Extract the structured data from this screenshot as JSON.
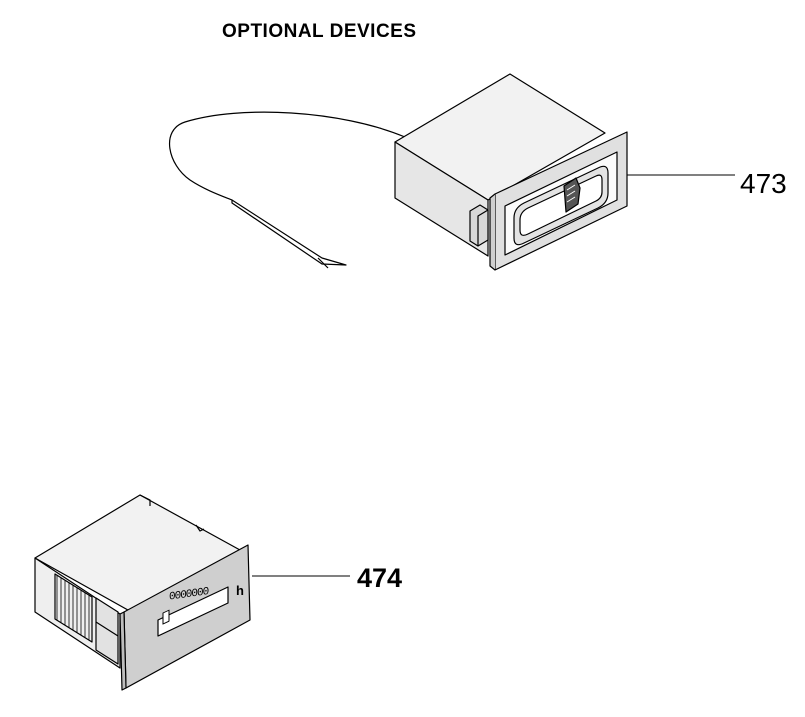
{
  "title": "OPTIONAL DEVICES",
  "parts": [
    {
      "id": "thermostat",
      "callout": "473"
    },
    {
      "id": "hour-counter",
      "callout": "474",
      "unit_label": "h",
      "counter_digits": "0000000"
    }
  ]
}
